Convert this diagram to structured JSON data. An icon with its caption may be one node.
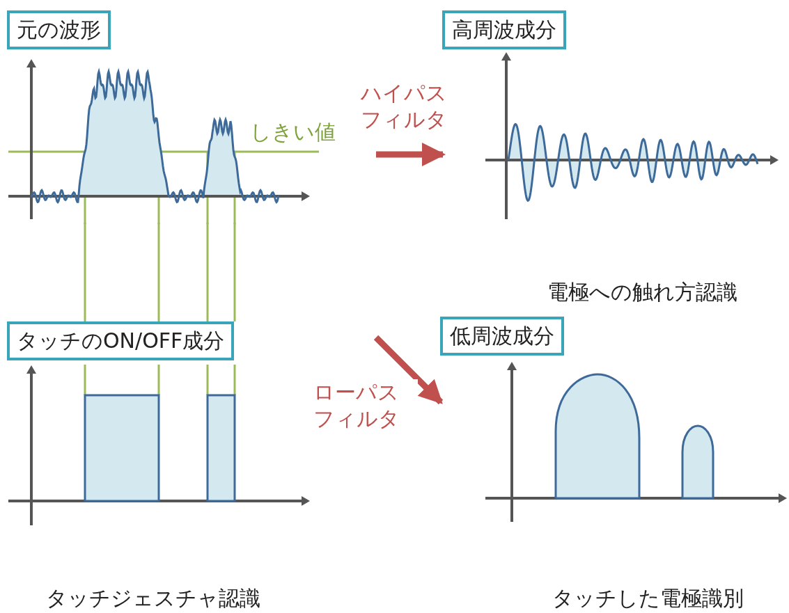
{
  "diagram": {
    "nodes": [
      {
        "text": [
          "元の波形"
        ]
      },
      {
        "text": [
          "高周波成分"
        ]
      },
      {
        "text": [
          "タッチのON/OFF成分"
        ]
      },
      {
        "text": [
          "低周波成分"
        ]
      }
    ],
    "edges": [
      {
        "from": null,
        "to": 1,
        "arrow": "to",
        "label": "ハイパスフィルタ",
        "style": "thick",
        "color": "#c0504d"
      },
      {
        "from": null,
        "to": 3,
        "arrow": "to",
        "label": "ローパスフィルタ",
        "style": "thick",
        "color": "#c0504d"
      },
      {
        "from": 0,
        "to": 2,
        "arrow": "none"
      },
      {
        "from": 0,
        "to": 2,
        "arrow": "none"
      },
      {
        "from": 0,
        "to": 2,
        "arrow": "none"
      },
      {
        "from": 0,
        "to": 2,
        "arrow": "none"
      }
    ],
    "labels": [
      "しきい値",
      "電極への触れ方認識",
      "タッチジェスチャ認識",
      "タッチした電極識別"
    ]
  }
}
